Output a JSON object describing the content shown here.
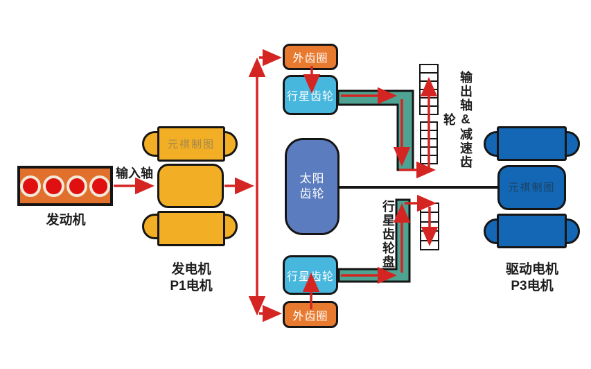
{
  "colors": {
    "engine_fill": "#E0702B",
    "generator_fill": "#F2AE24",
    "ring_gear_fill": "#E87A30",
    "planet_gear_fill": "#47B7DE",
    "sun_gear_fill": "#5B7CBE",
    "drive_motor_fill": "#1467B4",
    "carrier_bar_fill": "#4FA392",
    "arrow_red": "#D42523",
    "line_black": "#151515"
  },
  "engine": {
    "label": "发动机"
  },
  "input_shaft": {
    "label": "输入轴"
  },
  "generator": {
    "watermark": "元祺制图",
    "label_line1": "发电机",
    "label_line2": "P1电机"
  },
  "gearset": {
    "ring_gear_top": "外齿圈",
    "planet_gear_top": "行星齿轮",
    "sun_gear_line1": "太阳",
    "sun_gear_line2": "齿轮",
    "planet_gear_bottom": "行星齿轮",
    "ring_gear_bottom": "外齿圈"
  },
  "output_shaft": {
    "label": "输出轴&减速齿轮"
  },
  "planet_carrier": {
    "label": "行星齿轮盘"
  },
  "drive_motor": {
    "watermark": "元祺制图",
    "label_line1": "驱动电机",
    "label_line2": "P3电机"
  }
}
